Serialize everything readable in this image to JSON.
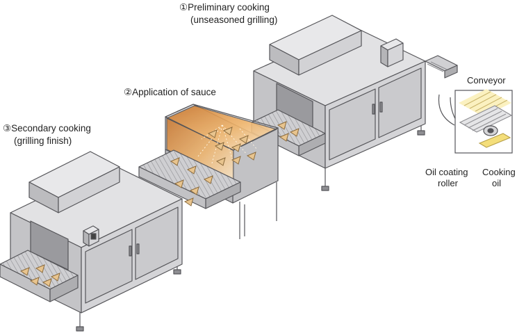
{
  "labels": {
    "step1": {
      "number": "①",
      "line1": "Preliminary cooking",
      "line2": "(unseasoned grilling)"
    },
    "step2": {
      "number": "②",
      "line1": "Application of sauce"
    },
    "step3": {
      "number": "③",
      "line1": "Secondary cooking",
      "line2": "(grilling finish)"
    }
  },
  "inset": {
    "conveyor": "Conveyor",
    "roller": "Oil coating roller",
    "roller_line1": "Oil coating",
    "roller_line2": "roller",
    "oil_line1": "Cooking",
    "oil_line2": "oil"
  },
  "colors": {
    "steel_light": "#d6d6d8",
    "steel_mid": "#b9b9bc",
    "steel_dark": "#8e8e92",
    "outline": "#555559",
    "sauce_orange": "#e39a45",
    "food": "#e8c48e",
    "oil_yellow": "#f4de7a"
  }
}
